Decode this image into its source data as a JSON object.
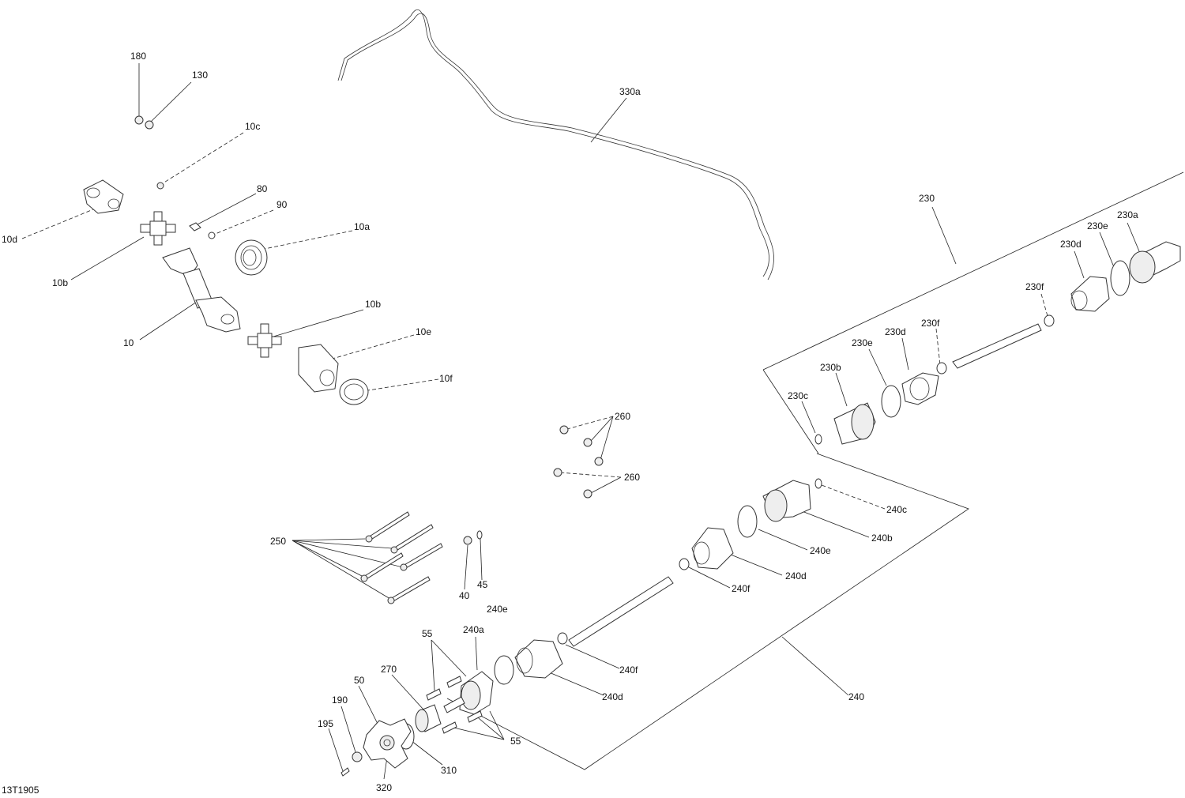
{
  "drawing_id": "13T1905",
  "callouts": {
    "c180": "180",
    "c130": "130",
    "c10c": "10c",
    "c80": "80",
    "c90": "90",
    "c10a": "10a",
    "c10d": "10d",
    "c10b_1": "10b",
    "c10": "10",
    "c10b_2": "10b",
    "c10e": "10e",
    "c10f": "10f",
    "c330a": "330a",
    "c230": "230",
    "c230a": "230a",
    "c230e_1": "230e",
    "c230d_1": "230d",
    "c230f_1": "230f",
    "c230f_2": "230f",
    "c230d_2": "230d",
    "c230e_2": "230e",
    "c230b": "230b",
    "c230c": "230c",
    "c260_1": "260",
    "c260_2": "260",
    "c240c": "240c",
    "c240b": "240b",
    "c240e_1": "240e",
    "c240d_1": "240d",
    "c240f_1": "240f",
    "c250": "250",
    "c40": "40",
    "c45": "45",
    "c240e_2": "240e",
    "c55_1": "55",
    "c240a": "240a",
    "c270": "270",
    "c50": "50",
    "c240f_2": "240f",
    "c240d_2": "240d",
    "c190": "190",
    "c195": "195",
    "c55_2": "55",
    "c310": "310",
    "c320": "320",
    "c240": "240"
  }
}
